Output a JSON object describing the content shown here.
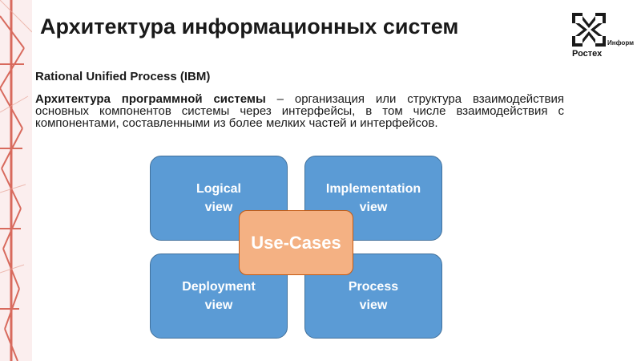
{
  "slide": {
    "title": "Архитектура информационных систем",
    "subtitle": "Rational Unified Process (IBM)",
    "definition_term": "Архитектура программной системы",
    "definition_text": " – организация или структура взаимодействия основных компонентов системы через интерфейсы, в том числе взаимодействия с компонентами, составленными из более мелких частей и интерфейсов."
  },
  "logo": {
    "inform": "Информ",
    "rostec": "Ростех"
  },
  "diagram": {
    "center": "Use-Cases",
    "views": [
      {
        "line1": "Logical",
        "line2": "view"
      },
      {
        "line1": "Implementation",
        "line2": "view"
      },
      {
        "line1": "Deployment",
        "line2": "view"
      },
      {
        "line1": "Process",
        "line2": "view"
      }
    ]
  },
  "colors": {
    "view_fill": "#5b9bd5",
    "view_border": "#41719c",
    "center_fill": "#f4b183",
    "center_border": "#c55a11",
    "decoration_red": "#c0392b"
  }
}
